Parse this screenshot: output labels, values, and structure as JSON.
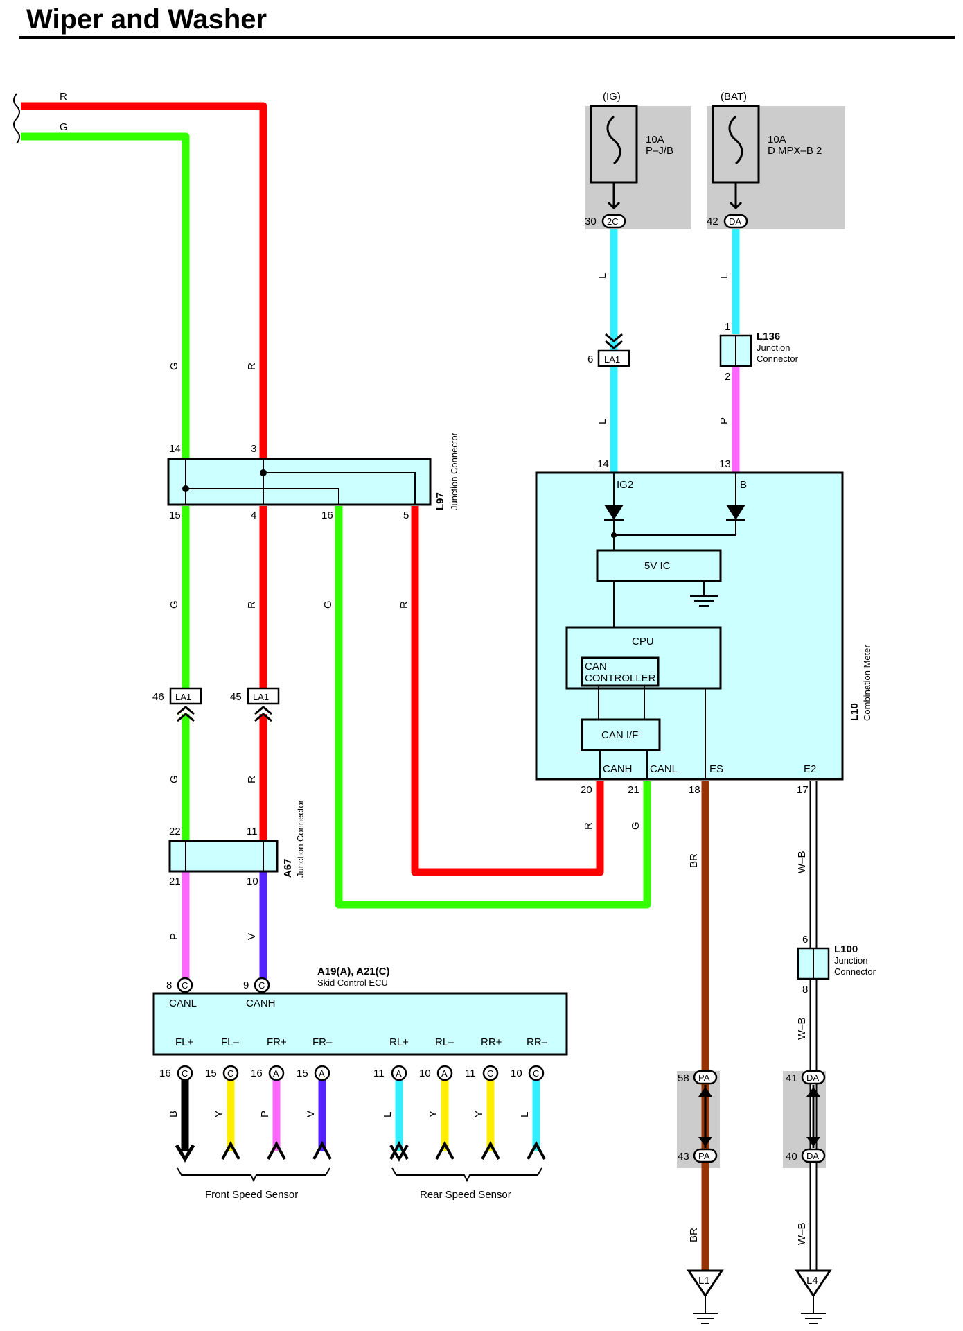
{
  "title": "Wiper and Washer",
  "wires": {
    "top_r": "R",
    "top_g": "G",
    "g_upper": "G",
    "r_upper": "R",
    "g_mid": "G",
    "r_mid": "R",
    "g16": "G",
    "r5": "R",
    "g_lower": "G",
    "r_lower": "R",
    "canh_r": "R",
    "canl_g": "G",
    "p_a67": "P",
    "v_a67": "V",
    "ig_l1": "L",
    "ig_l2": "L",
    "bat_l": "L",
    "bat_p": "P",
    "es_br1": "BR",
    "es_br2": "BR",
    "e2_wb1": "W–B",
    "e2_wb2": "W–B",
    "e2_wb3": "W–B"
  },
  "fuses": {
    "ig": {
      "source": "(IG)",
      "rating": "10A",
      "name": "P–J/B",
      "pin": "30",
      "conn": "2C"
    },
    "bat": {
      "source": "(BAT)",
      "rating": "10A",
      "name": "D MPX–B 2",
      "pin": "42",
      "conn": "DA"
    }
  },
  "la1_top": {
    "pin": "6",
    "name": "LA1"
  },
  "la1_left": [
    {
      "pin": "46",
      "name": "LA1"
    },
    {
      "pin": "45",
      "name": "LA1"
    }
  ],
  "l136": {
    "code": "L136",
    "name": "Junction\nConnector",
    "pin_top": "1",
    "pin_bottom": "2"
  },
  "l97": {
    "code": "L97",
    "name": "Junction Connector",
    "pins_top": [
      "14",
      "3"
    ],
    "pins_bottom": [
      "15",
      "4",
      "16",
      "5"
    ]
  },
  "a67": {
    "code": "A67",
    "name": "Junction Connector",
    "pins_top": [
      "22",
      "11"
    ],
    "pins_bottom": [
      "21",
      "10"
    ]
  },
  "meter": {
    "code": "L10",
    "name": "Combination Meter",
    "pin_ig2": "14",
    "pin_b": "13",
    "label_ig2": "IG2",
    "label_b": "B",
    "ic": "5V IC",
    "cpu": "CPU",
    "can_ctrl_1": "CAN",
    "can_ctrl_2": "CONTROLLER",
    "can_if": "CAN I/F",
    "canh": "CANH",
    "canl": "CANL",
    "es": "ES",
    "e2": "E2",
    "pin_canh": "20",
    "pin_canl": "21",
    "pin_es": "18",
    "pin_e2": "17"
  },
  "l100": {
    "code": "L100",
    "name": "Junction\nConnector",
    "pin_top": "6",
    "pin_bottom": "8"
  },
  "ecu": {
    "code": "A19(A), A21(C)",
    "name": "Skid Control ECU",
    "canl": "CANL",
    "canh": "CANH",
    "pin_canl": "8",
    "pin_canh": "9",
    "conn_canl": "C",
    "conn_canh": "C",
    "sensors": [
      {
        "label": "FL+",
        "pin": "16",
        "conn": "C",
        "wire": "B"
      },
      {
        "label": "FL–",
        "pin": "15",
        "conn": "C",
        "wire": "Y"
      },
      {
        "label": "FR+",
        "pin": "16",
        "conn": "A",
        "wire": "P"
      },
      {
        "label": "FR–",
        "pin": "15",
        "conn": "A",
        "wire": "V"
      },
      {
        "label": "RL+",
        "pin": "11",
        "conn": "A",
        "wire": "L"
      },
      {
        "label": "RL–",
        "pin": "10",
        "conn": "A",
        "wire": "Y"
      },
      {
        "label": "RR+",
        "pin": "11",
        "conn": "C",
        "wire": "Y"
      },
      {
        "label": "RR–",
        "pin": "10",
        "conn": "C",
        "wire": "L"
      }
    ],
    "front": "Front Speed Sensor",
    "rear": "Rear Speed Sensor"
  },
  "pa": {
    "pin_top": "58",
    "pin_bottom": "43",
    "conn": "PA"
  },
  "da": {
    "pin_top": "41",
    "pin_bottom": "40",
    "conn": "DA"
  },
  "grounds": {
    "l1": "L1",
    "l4": "L4"
  },
  "colors": {
    "red": "#ff0000",
    "green": "#33ff00",
    "cyan": "#33eeff",
    "pink": "#ff66ff",
    "violet": "#5522ff",
    "brown": "#993300",
    "yellow": "#ffee00",
    "black": "#000000",
    "box_fill": "#ccffff",
    "gray": "#cccccc"
  }
}
